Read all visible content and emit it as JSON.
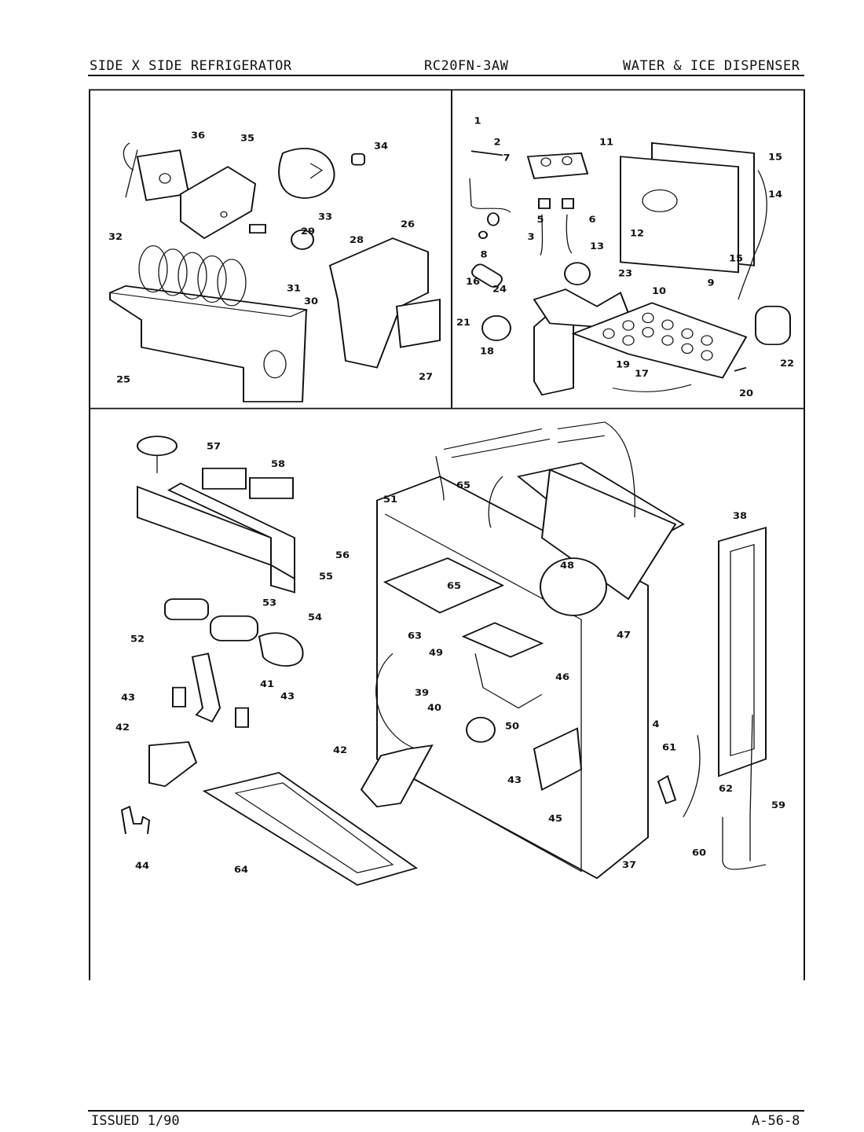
{
  "header": {
    "left": "SIDE X SIDE REFRIGERATOR",
    "center": "RC20FN-3AW",
    "right": "WATER & ICE DISPENSER"
  },
  "footer": {
    "left": "ISSUED 1/90",
    "right": "A-56-8"
  },
  "part_labels": [
    "1",
    "2",
    "3",
    "4",
    "5",
    "6",
    "7",
    "8",
    "9",
    "10",
    "11",
    "12",
    "13",
    "14",
    "15",
    "15",
    "16",
    "17",
    "18",
    "19",
    "20",
    "21",
    "22",
    "23",
    "24",
    "25",
    "26",
    "27",
    "28",
    "29",
    "30",
    "31",
    "32",
    "33",
    "34",
    "35",
    "36",
    "37",
    "38",
    "39",
    "40",
    "41",
    "42",
    "42",
    "43",
    "43",
    "43",
    "44",
    "45",
    "46",
    "47",
    "48",
    "49",
    "50",
    "51",
    "52",
    "53",
    "54",
    "55",
    "56",
    "57",
    "58",
    "59",
    "60",
    "61",
    "62",
    "63",
    "64",
    "65",
    "65"
  ]
}
